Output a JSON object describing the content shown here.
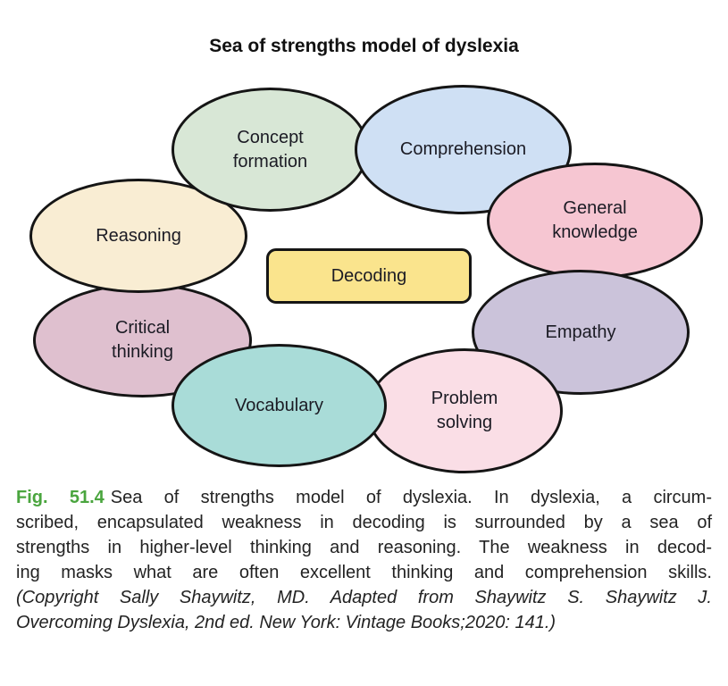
{
  "title": "Sea of strengths model of dyslexia",
  "diagram": {
    "outline_color": "#151515",
    "center_box": {
      "label": "Decoding",
      "fill": "#fae48d"
    },
    "nodes": [
      {
        "id": "concept-formation",
        "label": "Concept\nformation",
        "fill": "#d8e7d6"
      },
      {
        "id": "comprehension",
        "label": "Comprehension",
        "fill": "#cfe0f4"
      },
      {
        "id": "general-knowledge",
        "label": "General\nknowledge",
        "fill": "#f6c6d2"
      },
      {
        "id": "empathy",
        "label": "Empathy",
        "fill": "#cbc3da"
      },
      {
        "id": "problem-solving",
        "label": "Problem\nsolving",
        "fill": "#fadee6"
      },
      {
        "id": "vocabulary",
        "label": "Vocabulary",
        "fill": "#a9dcd8"
      },
      {
        "id": "critical-thinking",
        "label": "Critical\nthinking",
        "fill": "#dfc0cf"
      },
      {
        "id": "reasoning",
        "label": "Reasoning",
        "fill": "#f9edd3"
      }
    ]
  },
  "caption": {
    "fig_label": "Fig. 51.4",
    "fig_label_color": "#4aa53e",
    "line1_rest": "Sea of strengths model of dyslexia. In dyslexia, a circum-",
    "line2": "scribed, encapsulated weakness in decoding is surrounded by a sea of",
    "line3": "strengths in higher-level thinking and reasoning. The weakness in decod-",
    "line4": "ing masks what are often excellent thinking and comprehension skills.",
    "line5": "(Copyright Sally Shaywitz, MD. Adapted from Shaywitz S. Shaywitz J.",
    "line6": "Overcoming Dyslexia, 2nd ed. New York: Vintage Books;2020: 141.)"
  }
}
